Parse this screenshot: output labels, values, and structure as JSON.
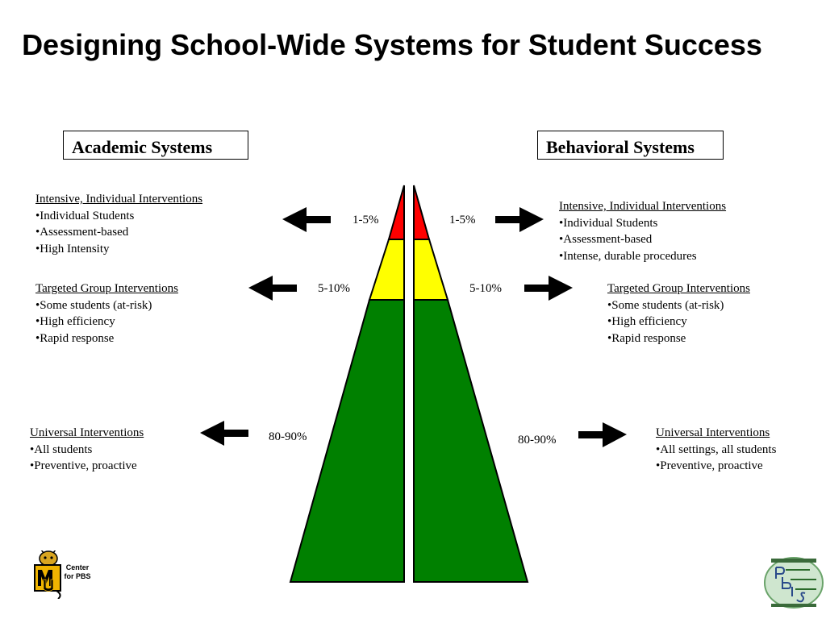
{
  "title": "Designing School-Wide Systems for Student Success",
  "academic": {
    "label": "Academic Systems",
    "intensive": {
      "heading": "Intensive, Individual Interventions",
      "bullets": [
        "Individual Students",
        "Assessment-based",
        "High Intensity"
      ],
      "percent": "1-5%"
    },
    "targeted": {
      "heading": "Targeted Group Interventions",
      "bullets": [
        "Some students (at-risk)",
        "High efficiency",
        "Rapid response"
      ],
      "percent": "5-10%"
    },
    "universal": {
      "heading": "Universal Interventions",
      "bullets": [
        "All students",
        "Preventive,  proactive"
      ],
      "percent": "80-90%"
    }
  },
  "behavioral": {
    "label": "Behavioral Systems",
    "intensive": {
      "heading": "Intensive, Individual Interventions",
      "bullets": [
        "Individual Students",
        "Assessment-based",
        "Intense, durable procedures"
      ],
      "percent": "1-5%"
    },
    "targeted": {
      "heading": "Targeted Group Interventions",
      "bullets": [
        "Some students (at-risk)",
        "High efficiency",
        "Rapid response"
      ],
      "percent": "5-10%"
    },
    "universal": {
      "heading": "Universal Interventions",
      "bullets": [
        "All settings, all students",
        "Preventive,  proactive"
      ],
      "percent": "80-90%"
    }
  },
  "colors": {
    "intensive": "#ff0000",
    "targeted": "#ffff00",
    "universal": "#008000",
    "outline": "#000000"
  },
  "logos": {
    "left": {
      "text": "Center for PBS",
      "icon": "mizzou-tiger-logo"
    },
    "right": {
      "icon": "pbis-center-logo"
    }
  }
}
